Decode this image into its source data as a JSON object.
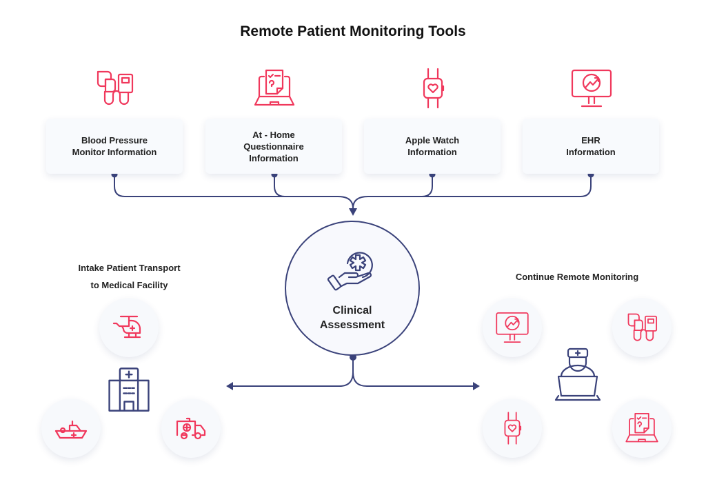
{
  "title": "Remote Patient Monitoring Tools",
  "colors": {
    "accent": "#f0385c",
    "navy": "#3a427a",
    "card_bg": "#f8fafd"
  },
  "tools": [
    {
      "icon": "blood-pressure-monitor-icon",
      "line1": "Blood Pressure",
      "line2": "Monitor Information",
      "line3": ""
    },
    {
      "icon": "laptop-questionnaire-icon",
      "line1": "At - Home",
      "line2": "Questionnaire",
      "line3": "Information"
    },
    {
      "icon": "smartwatch-icon",
      "line1": "Apple Watch",
      "line2": "Information",
      "line3": ""
    },
    {
      "icon": "monitor-chart-icon",
      "line1": "EHR",
      "line2": "Information",
      "line3": ""
    }
  ],
  "center": {
    "icon": "hand-medical-icon",
    "line1": "Clinical",
    "line2": "Assessment"
  },
  "left_branch": {
    "line1": "Intake Patient Transport",
    "line2": "to Medical Facility",
    "center_icon": "hospital-icon",
    "items": [
      "helicopter-icon",
      "boat-icon",
      "ambulance-icon"
    ]
  },
  "right_branch": {
    "label": "Continue Remote Monitoring",
    "center_icon": "doctor-laptop-icon",
    "items": [
      "monitor-chart-icon",
      "blood-pressure-monitor-icon",
      "smartwatch-icon",
      "laptop-questionnaire-icon"
    ]
  }
}
